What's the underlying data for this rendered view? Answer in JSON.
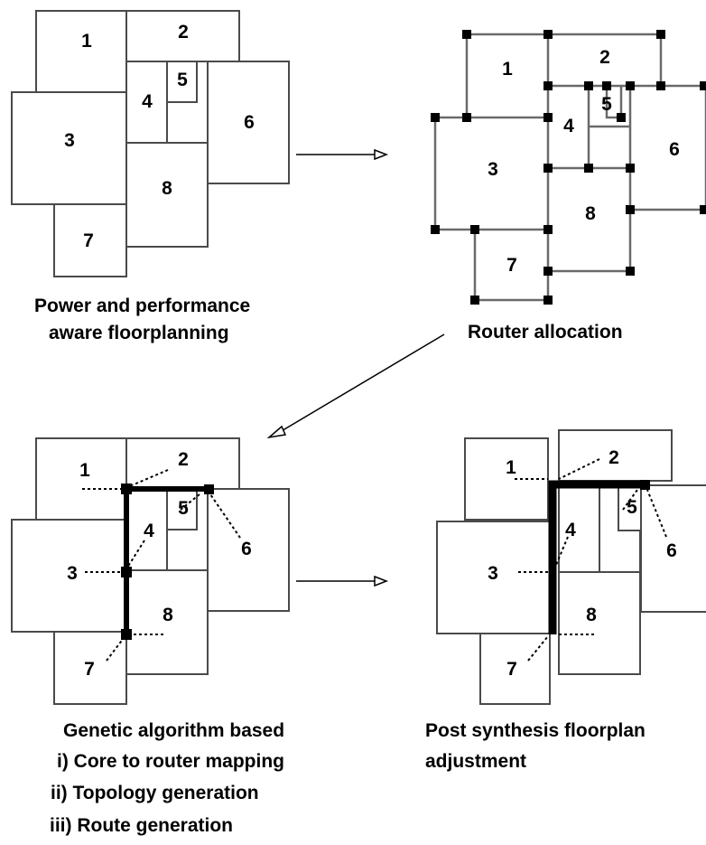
{
  "blocks": {
    "b1": "1",
    "b2": "2",
    "b3": "3",
    "b4": "4",
    "b5": "5",
    "b6": "6",
    "b7": "7",
    "b8": "8"
  },
  "captions": {
    "floorplanning_line1": "Power and performance",
    "floorplanning_line2": "aware floorplanning",
    "router_allocation": "Router allocation",
    "genetic_line1": "Genetic algorithm based",
    "genetic_line2": "i) Core to router mapping",
    "genetic_line3": "ii) Topology generation",
    "genetic_line4": "iii) Route generation",
    "post_line1": "Post synthesis floorplan",
    "post_line2": "adjustment"
  }
}
